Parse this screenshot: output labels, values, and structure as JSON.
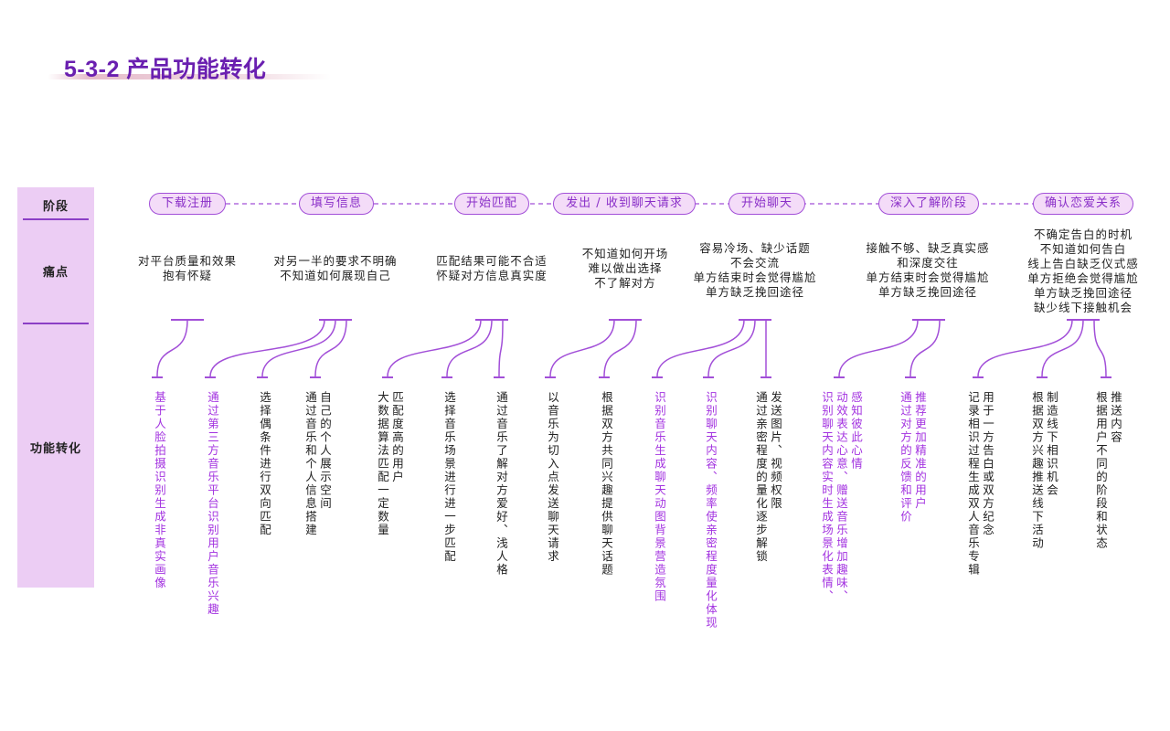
{
  "title": "5-3-2 产品功能转化",
  "row_labels": {
    "stage": "阶段",
    "pain": "痛点",
    "function": "功能转化"
  },
  "stages": [
    "下载注册",
    "填写信息",
    "开始匹配",
    "发出 / 收到聊天请求",
    "开始聊天",
    "深入了解阶段",
    "确认恋爱关系"
  ],
  "pain_points": [
    [
      "对平台质量和效果",
      "抱有怀疑"
    ],
    [
      "对另一半的要求不明确",
      "不知道如何展现自己"
    ],
    [
      "匹配结果可能不合适",
      "怀疑对方信息真实度"
    ],
    [
      "不知道如何开场",
      "难以做出选择",
      "不了解对方"
    ],
    [
      "容易冷场、缺少话题",
      "不会交流",
      "单方结束时会觉得尴尬",
      "单方缺乏挽回途径"
    ],
    [
      "接触不够、缺乏真实感",
      "和深度交往",
      "单方结束时会觉得尴尬",
      "单方缺乏挽回途径"
    ],
    [
      "不确定告白的时机",
      "不知道如何告白",
      "线上告白缺乏仪式感",
      "单方拒绝会觉得尴尬",
      "单方缺乏挽回途径",
      "缺少线下接触机会"
    ]
  ],
  "functions": [
    {
      "cols": [
        "基于人脸拍摄识别生成非真实画像"
      ],
      "highlight": true
    },
    {
      "cols": [
        "通过第三方音乐平台识别用户音乐兴趣"
      ],
      "highlight": true
    },
    {
      "cols": [
        "选择偶条件进行双向匹配"
      ],
      "highlight": false
    },
    {
      "cols": [
        "通过音乐和个人信息搭建",
        "自己的个人展示空间"
      ],
      "highlight": false
    },
    {
      "cols": [
        "大数据算法匹配一定数量",
        "匹配度高的用户"
      ],
      "highlight": false
    },
    {
      "cols": [
        "选择音乐场景进行进一步匹配"
      ],
      "highlight": false
    },
    {
      "cols": [
        "通过音乐了解对方爱好、浅人格"
      ],
      "highlight": false
    },
    {
      "cols": [
        "以音乐为切入点发送聊天请求"
      ],
      "highlight": false
    },
    {
      "cols": [
        "根据双方共同兴趣提供聊天话题"
      ],
      "highlight": false
    },
    {
      "cols": [
        "识别音乐生成聊天动图背景营造氛围"
      ],
      "highlight": true
    },
    {
      "cols": [
        "识别聊天内容、频率使亲密程度量化体现"
      ],
      "highlight": true
    },
    {
      "cols": [
        "通过亲密程度的量化逐步解锁",
        "发送图片、视频权限"
      ],
      "highlight": false
    },
    {
      "cols": [
        "识别聊天内容实时生成场景化表情、",
        "动效表达心意、赠送音乐增加趣味、",
        "感知彼此心情"
      ],
      "highlight": true
    },
    {
      "cols": [
        "通过对方的反馈和评价",
        "推荐更加精准的用户"
      ],
      "highlight": true
    },
    {
      "cols": [
        "记录相识过程生成双人音乐专辑",
        "用于一方告白或双方纪念"
      ],
      "highlight": false
    },
    {
      "cols": [
        "根据双方兴趣推送线下活动",
        "制造线下相识机会"
      ],
      "highlight": false
    },
    {
      "cols": [
        "根据用户不同的阶段和状态",
        "推送内容"
      ],
      "highlight": false
    }
  ]
}
